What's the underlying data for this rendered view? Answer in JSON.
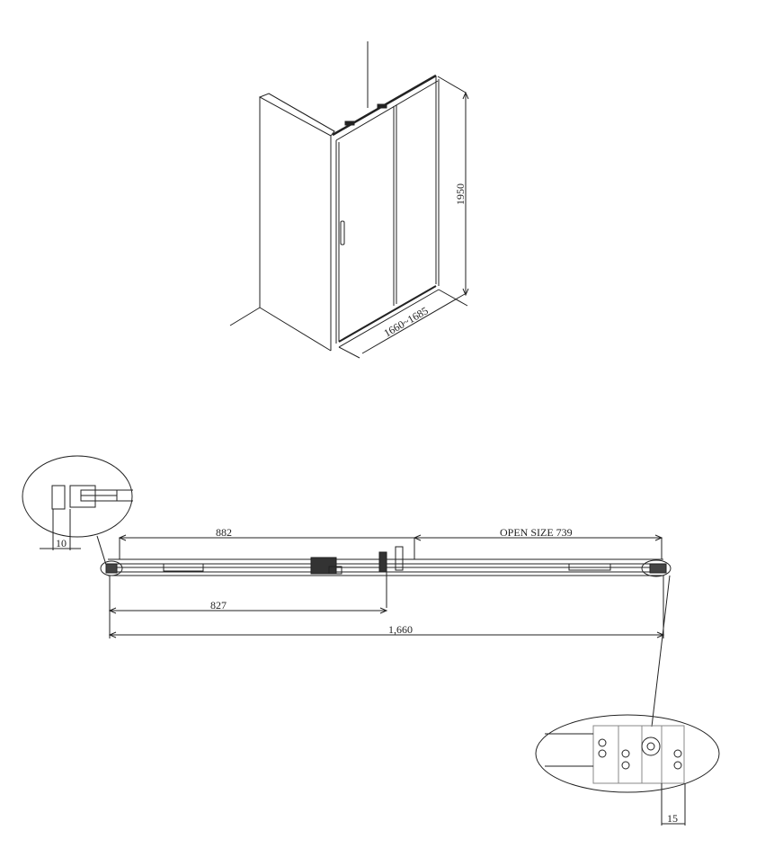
{
  "diagram": {
    "type": "technical-drawing",
    "subject": "sliding shower door",
    "isometric_view": {
      "height_label": "1950",
      "width_label": "1660~1685"
    },
    "plan_view": {
      "dim_fixed_panel": "882",
      "dim_open_size": "OPEN SIZE 739",
      "dim_door": "827",
      "dim_total": "1,660"
    },
    "detail_left": {
      "dim_label": "10"
    },
    "detail_right": {
      "dim_label": "15"
    },
    "colors": {
      "line": "#222222",
      "background": "#ffffff"
    }
  }
}
